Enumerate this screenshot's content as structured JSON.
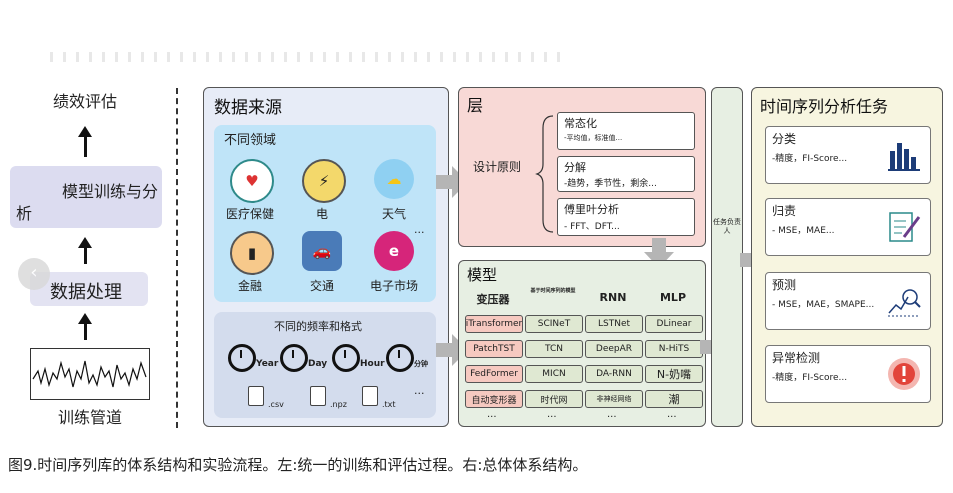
{
  "left": {
    "eval_label": "绩效评估",
    "train_label_line1": "模型训练与分",
    "train_label_line2": "析",
    "process_label": "数据处理",
    "pipeline_label": "训练管道"
  },
  "data_sources": {
    "title": "数据来源",
    "domains_title": "不同领域",
    "domains": [
      "医疗保健",
      "电",
      "天气",
      "金融",
      "交通",
      "电子市场"
    ],
    "ellipsis": "...",
    "freq_title": "不同的频率和格式",
    "clocks": [
      "Year",
      "Day",
      "Hour",
      "分钟"
    ],
    "files": [
      ".csv",
      ".npz",
      ".txt"
    ]
  },
  "layers": {
    "title": "层",
    "design": "设计原则",
    "items": [
      {
        "name": "常态化",
        "detail": "-平均值，标准值..."
      },
      {
        "name": "分解",
        "detail": "-趋势，季节性，剩余..."
      },
      {
        "name": "傅里叶分析",
        "detail": "- FFT、DFT..."
      }
    ]
  },
  "models": {
    "title": "模型",
    "columns": [
      "变压器",
      "基于时间序列的模型",
      "RNN",
      "MLP"
    ],
    "rows": [
      [
        "iTransformer",
        "SCINeT",
        "LSTNet",
        "DLinear"
      ],
      [
        "PatchTST",
        "TCN",
        "DeepAR",
        "N-HiTS"
      ],
      [
        "FedFormer",
        "MICN",
        "DA-RNN",
        "N-奶嘴"
      ],
      [
        "自动变形器",
        "时代网",
        "非神经网络",
        "潮"
      ]
    ],
    "ellipsis": "..."
  },
  "task_head": "任务负责人",
  "tasks": {
    "title": "时间序列分析任务",
    "items": [
      {
        "name": "分类",
        "metric": "-精度，FI-Score..."
      },
      {
        "name": "归责",
        "metric": "- MSE，MAE..."
      },
      {
        "name": "预测",
        "metric": "- MSE，MAE，SMAPE..."
      },
      {
        "name": "异常检测",
        "metric": "-精度，FI-Score..."
      }
    ]
  },
  "caption": "图9.时间序列库的体系结构和实验流程。左:统一的训练和评估过程。右:总体体系结构。",
  "colors": {
    "panel_blue": "#e7ecf7",
    "panel_red": "#f8d9d6",
    "panel_green": "#e7efe3",
    "panel_yellow": "#f7f5e0",
    "arrow_gray": "#b5b5b5"
  }
}
